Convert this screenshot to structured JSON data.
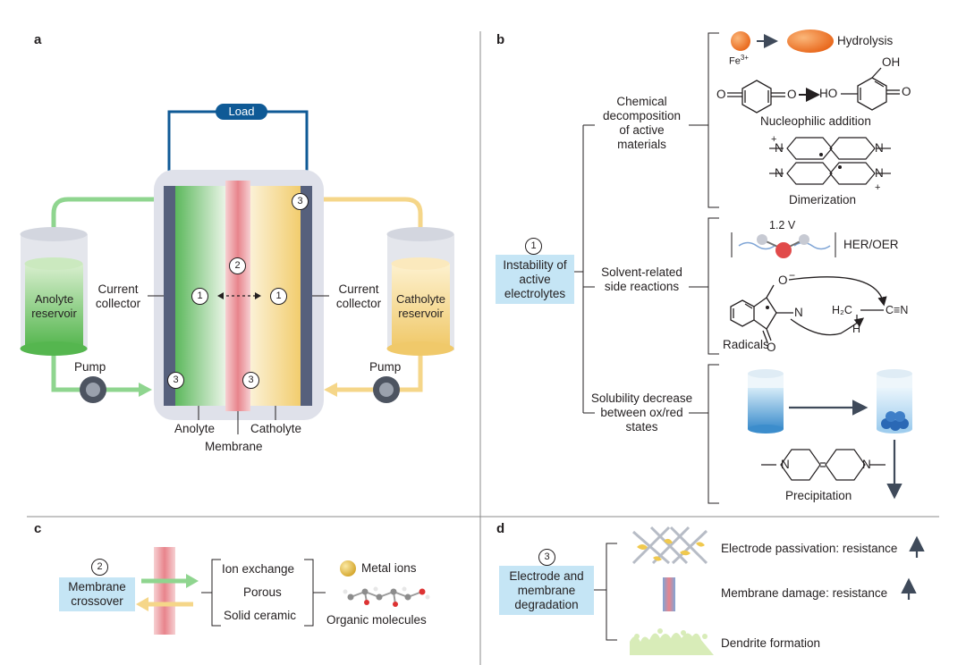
{
  "panels": {
    "a": "a",
    "b": "b",
    "c": "c",
    "d": "d"
  },
  "colors": {
    "anolyte": "#5cb85c",
    "catholyte": "#f2cd6e",
    "membrane": "#e8848c",
    "load_wire": "#0f5a96",
    "label_box": "#c5e5f5",
    "cell_body": "#dfe1ea",
    "collector": "#56607c",
    "pump": "#4d5461"
  },
  "panel_a": {
    "load": "Load",
    "anolyte_reservoir": [
      "Anolyte",
      "reservoir"
    ],
    "catholyte_reservoir": [
      "Catholyte",
      "reservoir"
    ],
    "current_collector_left": [
      "Current",
      "collector"
    ],
    "current_collector_right": [
      "Current",
      "collector"
    ],
    "pump_left": "Pump",
    "pump_right": "Pump",
    "anolyte": "Anolyte",
    "catholyte": "Catholyte",
    "membrane": "Membrane",
    "markers": {
      "one": "1",
      "two": "2",
      "three": "3"
    }
  },
  "panel_b": {
    "main_label": [
      "Instability of",
      "active",
      "electrolytes"
    ],
    "marker": "1",
    "branches": [
      {
        "label": [
          "Chemical",
          "decomposition",
          "of active",
          "materials"
        ]
      },
      {
        "label": [
          "Solvent-related",
          "side reactions"
        ]
      },
      {
        "label": [
          "Solubility decrease",
          "between ox/red",
          "states"
        ]
      }
    ],
    "fe_label": "Fe",
    "fe_charge": "3+",
    "hydrolysis": "Hydrolysis",
    "nucleophilic_addition": "Nucleophilic addition",
    "dimerization": "Dimerization",
    "voltage": "1.2 V",
    "her_oer": "HER/OER",
    "radicals": "Radicals",
    "precipitation": "Precipitation",
    "atoms": {
      "o": "O",
      "oh": "OH",
      "ho": "HO",
      "n": "N",
      "h": "H",
      "h2c": "H₂C",
      "cn": "C≡N",
      "plus": "+",
      "minus": "−"
    }
  },
  "panel_c": {
    "marker": "2",
    "main_label": [
      "Membrane",
      "crossover"
    ],
    "types": [
      "Ion exchange",
      "Porous",
      "Solid ceramic"
    ],
    "metal_ions": "Metal ions",
    "organic_molecules": "Organic molecules"
  },
  "panel_d": {
    "marker": "3",
    "main_label": [
      "Electrode and",
      "membrane",
      "degradation"
    ],
    "items": [
      "Electrode passivation: resistance",
      "Membrane damage: resistance",
      "Dendrite formation"
    ]
  }
}
